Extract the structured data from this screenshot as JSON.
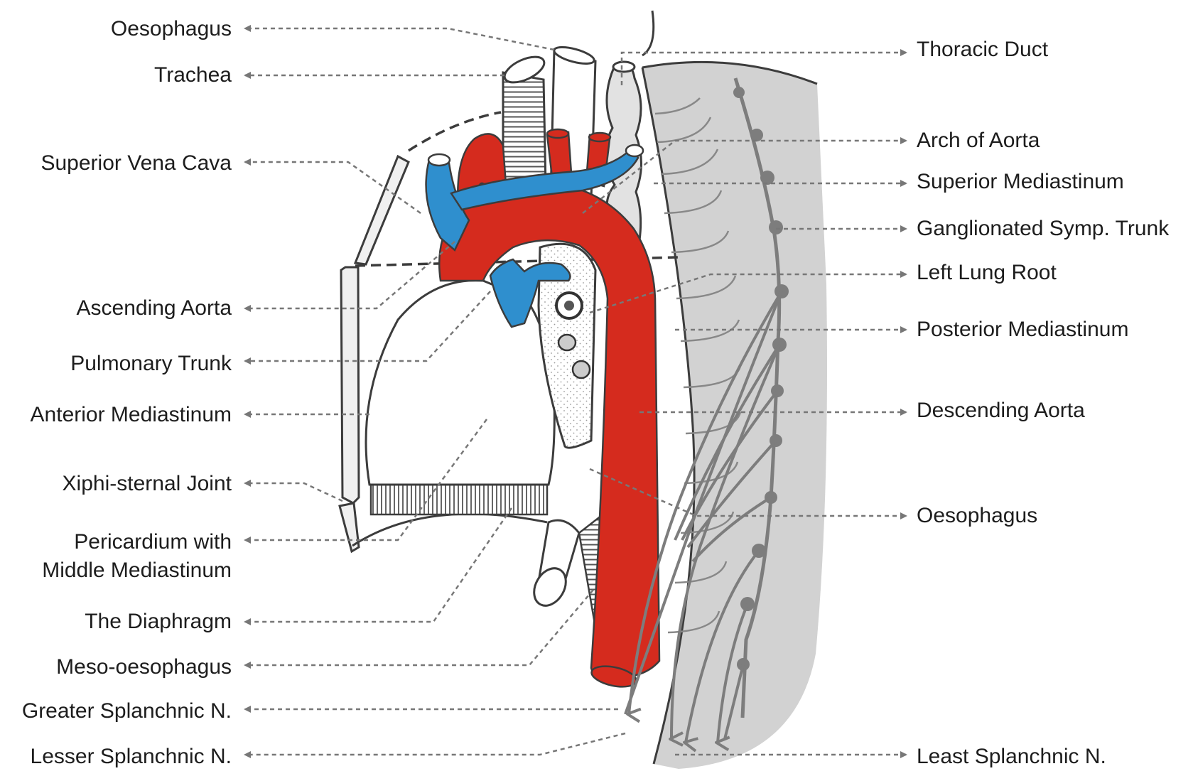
{
  "colors": {
    "aorta": "#d52b1e",
    "vein": "#2f8fce",
    "chain": "#7d7d7d",
    "wall": "#d2d2d2",
    "outline": "#3c3c3c",
    "leader": "#777777"
  },
  "labels_left": [
    "Oesophagus",
    "Trachea",
    "Superior Vena Cava",
    "Ascending Aorta",
    "Pulmonary Trunk",
    "Anterior Mediastinum",
    "Xiphi-sternal Joint",
    "Pericardium with Middle Mediastinum",
    "The Diaphragm",
    "Meso-oesophagus",
    "Greater Splanchnic N.",
    "Lesser Splanchnic N."
  ],
  "labels_right": [
    "Thoracic Duct",
    "Arch of Aorta",
    "Superior Mediastinum",
    "Ganglionated Symp. Trunk",
    "Left Lung Root",
    "Posterior Mediastinum",
    "Descending Aorta",
    "Oesophagus",
    "Least Splanchnic N."
  ]
}
